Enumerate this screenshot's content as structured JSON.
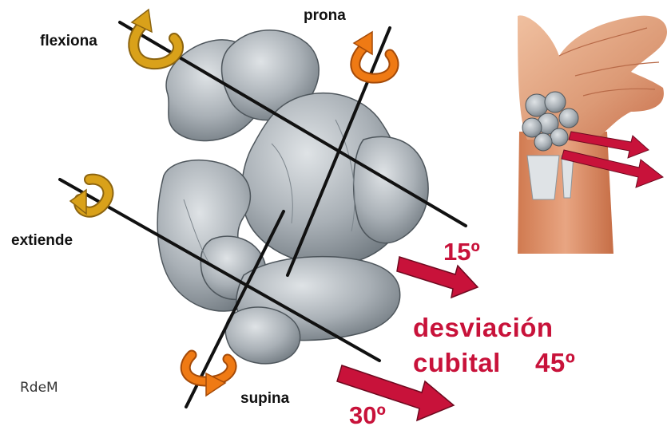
{
  "labels": {
    "flexiona": "flexiona",
    "prona": "prona",
    "extiende": "extiende",
    "supina": "supina"
  },
  "angles": {
    "upper": "15º",
    "lower": "30º"
  },
  "caption": {
    "line1": "desviación",
    "line2_word": "cubital",
    "line2_angle": "45º"
  },
  "signature": "RdeM",
  "colors": {
    "bone": "#a9b0b6",
    "bone_dark": "#6c757c",
    "axis_line": "#111111",
    "arrow_red": "#c8123a",
    "rotation_orange": "#ef7a14",
    "rotation_gold": "#d9a11a",
    "skin": "#e2a07e"
  },
  "icons": [
    "flexion-rotation-arrow-icon",
    "pronation-rotation-arrow-icon",
    "extension-rotation-arrow-icon",
    "supination-rotation-arrow-icon",
    "deviation-arrow-icon"
  ]
}
